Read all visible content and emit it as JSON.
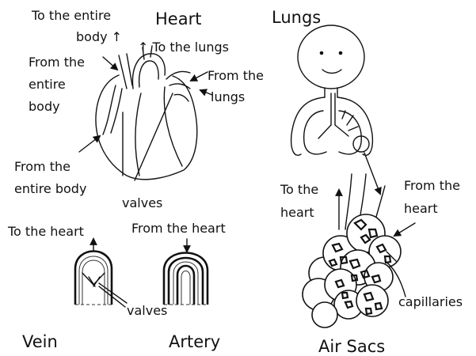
{
  "titles": {
    "heart": "Heart",
    "lungs": "Lungs",
    "vein": "Vein",
    "artery": "Artery",
    "air_sacs": "Air Sacs"
  },
  "heart_labels": {
    "to_entire_body_1": "To the entire",
    "to_entire_body_2": "body ↑",
    "to_lungs": "↑ To the lungs",
    "from_entire_body_top_1": "From the",
    "from_entire_body_top_2": "entire",
    "from_entire_body_top_3": "body",
    "from_lungs_1": "From the",
    "from_lungs_2": "lungs",
    "from_entire_body_bottom_1": "From the",
    "from_entire_body_bottom_2": "entire body",
    "valves": "valves"
  },
  "vessel_labels": {
    "vein_to_heart": "To the heart",
    "artery_from_heart": "From the heart",
    "valves": "valves"
  },
  "air_sac_labels": {
    "to_heart_1": "To the",
    "to_heart_2": "heart",
    "from_heart_1": "From the",
    "from_heart_2": "heart",
    "capillaries": "capillaries"
  }
}
